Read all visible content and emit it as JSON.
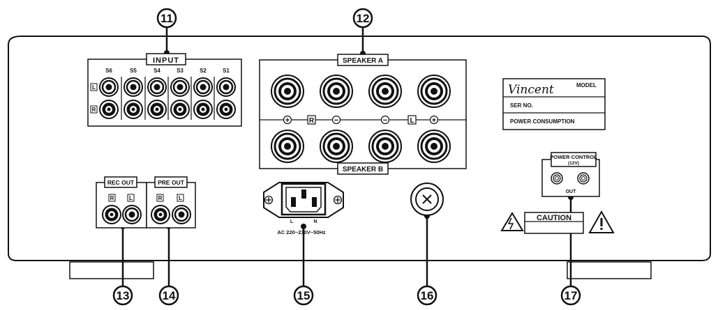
{
  "callouts": {
    "c11": "11",
    "c12": "12",
    "c13": "13",
    "c14": "14",
    "c15": "15",
    "c16": "16",
    "c17": "17"
  },
  "input": {
    "title": "INPUT",
    "channels": [
      "S6",
      "S5",
      "S4",
      "S3",
      "S2",
      "S1"
    ],
    "row_left": "L",
    "row_right": "R"
  },
  "speaker": {
    "a_label": "SPEAKER A",
    "b_label": "SPEAKER B",
    "plus": "+",
    "minus": "−",
    "r": "R",
    "l": "L"
  },
  "rec_out": {
    "title": "REC OUT",
    "r": "R",
    "l": "L"
  },
  "pre_out": {
    "title": "PRE OUT",
    "r": "R",
    "l": "L"
  },
  "power_in": {
    "l": "L",
    "n": "N",
    "rating": "AC 220~230V~50Hz"
  },
  "model_plate": {
    "brand": "Vincent",
    "model": "MODEL",
    "serial": "SER NO.",
    "consumption": "POWER CONSUMPTION"
  },
  "power_control": {
    "title": "POWER CONTROL",
    "voltage": "(12V)",
    "out": "OUT"
  },
  "caution": {
    "text": "CAUTION"
  }
}
